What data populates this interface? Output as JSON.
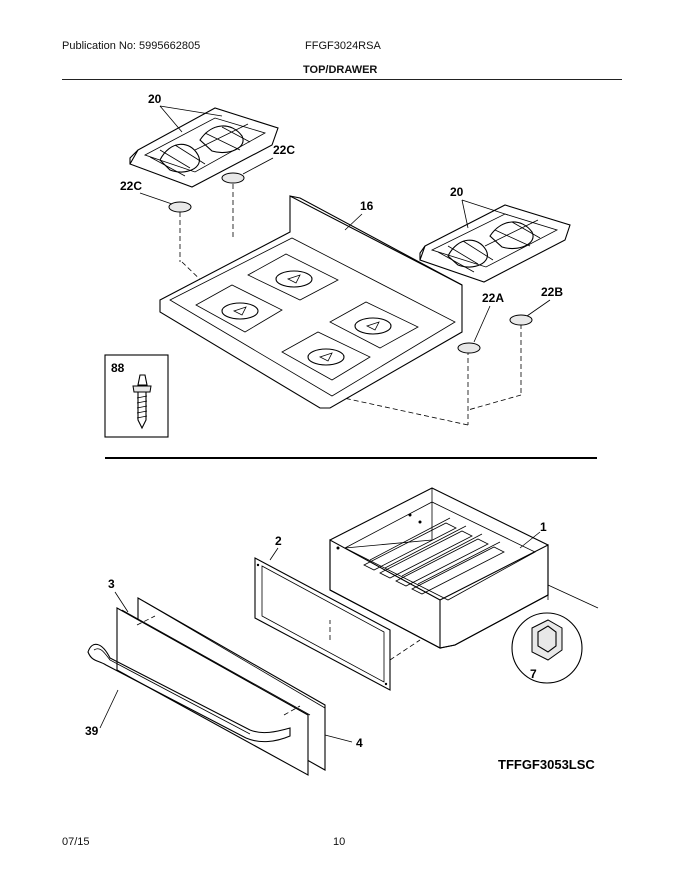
{
  "header": {
    "publication": "Publication No: 5995662805",
    "model": "FFGF3024RSA",
    "section": "TOP/DRAWER"
  },
  "callouts": {
    "grate_left": "20",
    "cap_left_upper": "22C",
    "cap_left_lower": "22C",
    "cooktop": "16",
    "grate_right": "20",
    "cap_22a": "22A",
    "cap_22b": "22B",
    "hardware_box": "88",
    "drawer_body": "1",
    "drawer_panel": "2",
    "drawer_front": "3",
    "handle": "39",
    "glide": "7",
    "front_trim": "4"
  },
  "diagram_code": "TFFGF3053LSC",
  "footer": {
    "date": "07/15",
    "page": "10"
  }
}
